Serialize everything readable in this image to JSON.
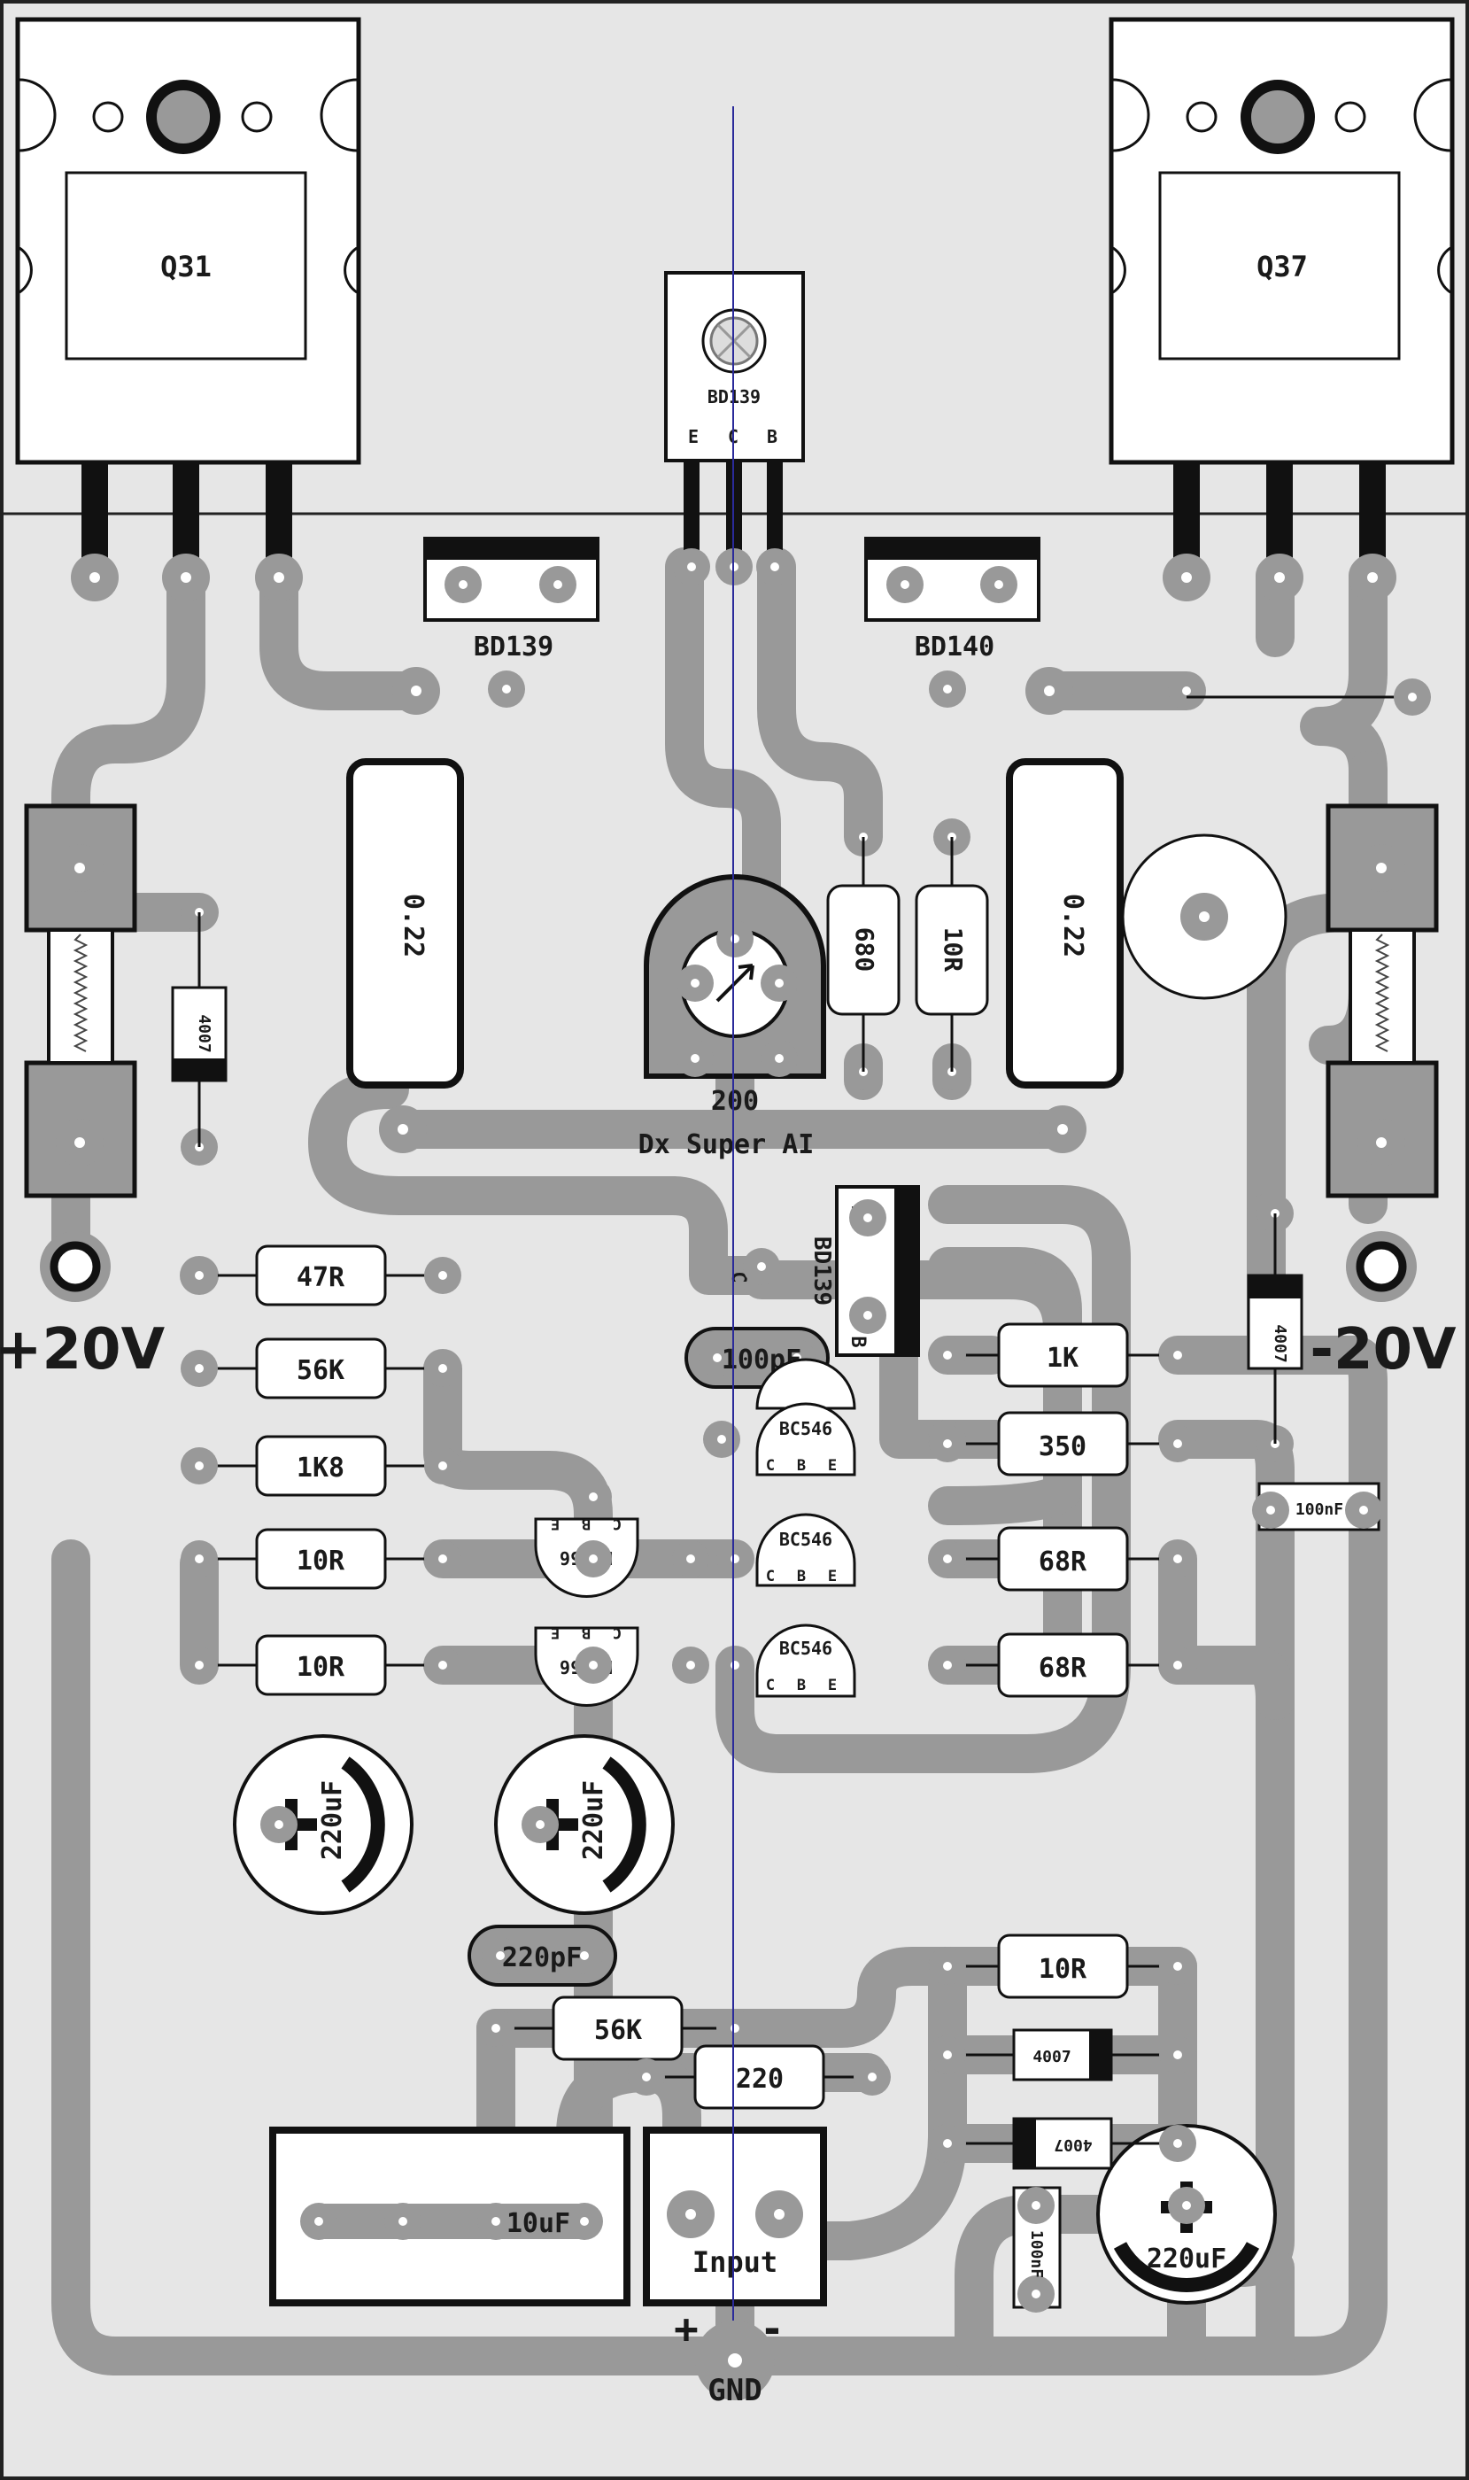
{
  "board": {
    "title": "Dx Super AI",
    "supply_positive": "+20V",
    "supply_negative": "-20V",
    "ground": "GND",
    "input_plus": "+",
    "input_minus": "-"
  },
  "transistors": {
    "q31": "Q31",
    "q37": "Q37",
    "bias": "BD139",
    "bias_e": "E",
    "bias_c": "C",
    "bias_b": "B",
    "driver_left": "BD139",
    "driver_right": "BD140",
    "vas": "BD139",
    "vas_e": "E",
    "vas_b": "B",
    "vas_c": "C"
  },
  "small_transistors": {
    "bc546": "BC546",
    "bc556": "BC556",
    "c": "C",
    "b": "B",
    "e": "E"
  },
  "resistors": {
    "r_emitter": "0.22",
    "r680": "680",
    "r10r_v": "10R",
    "r47": "47R",
    "r56k": "56K",
    "r1k8": "1K8",
    "r10r": "10R",
    "r1k": "1K",
    "r350": "350",
    "r68": "68R",
    "r220": "220",
    "trimmer": "200"
  },
  "capacitors": {
    "c100pf": "100pF",
    "c220pf": "220pF",
    "c220uf": "220uF",
    "c100nf": "100nF",
    "c10uf": "10uF"
  },
  "diodes": {
    "d4007": "4007"
  },
  "connectors": {
    "input": "Input"
  },
  "colors": {
    "board": "#e6e6e6",
    "trace": "#999999",
    "outline": "#111111",
    "guide": "#2a2a9a"
  }
}
